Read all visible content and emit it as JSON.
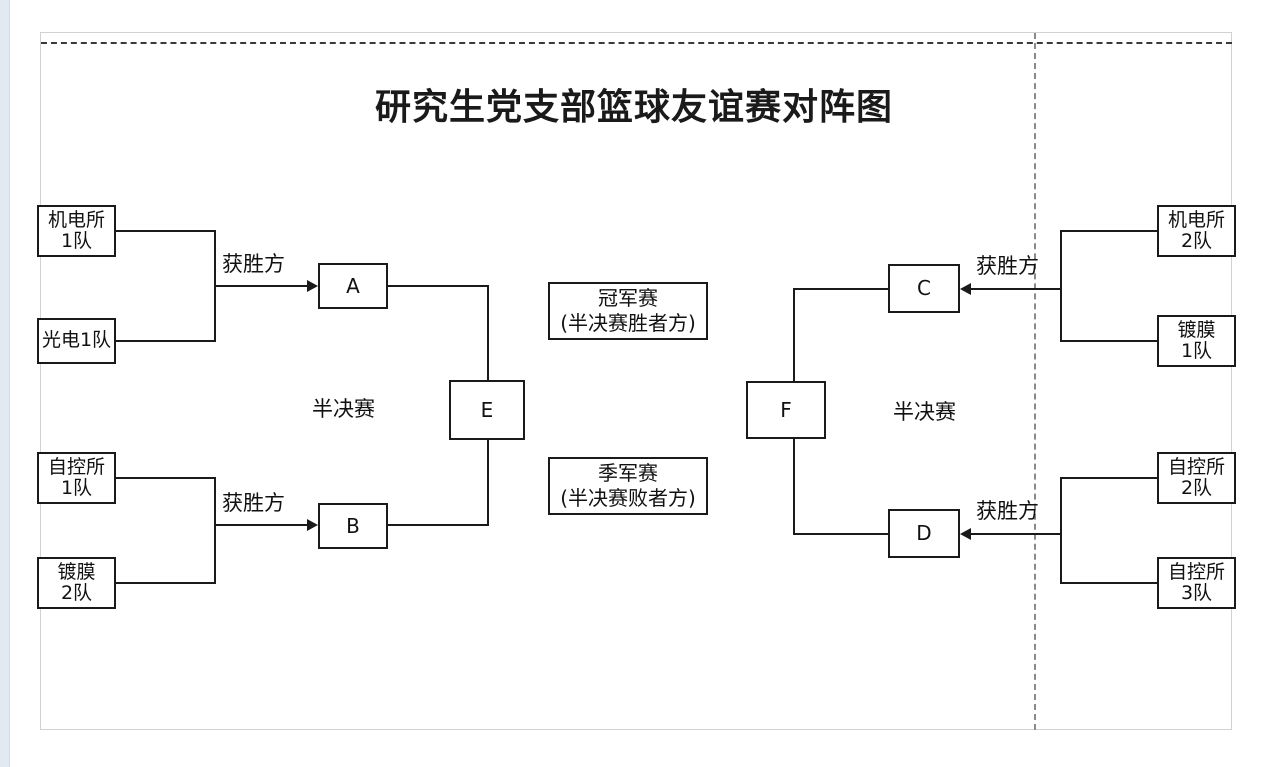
{
  "document": {
    "title": "研究生党支部篮球友谊赛对阵图"
  },
  "labels": {
    "winner": "获胜方",
    "semifinal": "半决赛"
  },
  "left_bracket": {
    "teams": [
      {
        "line1": "机电所",
        "line2": "1队"
      },
      {
        "line1": "光电1队",
        "line2": ""
      },
      {
        "line1": "自控所",
        "line2": "1队"
      },
      {
        "line1": "镀膜",
        "line2": "2队"
      }
    ],
    "matches": [
      {
        "id": "A"
      },
      {
        "id": "B"
      }
    ],
    "stage_label": "半决赛",
    "winner_label_top": "获胜方",
    "winner_label_bottom": "获胜方",
    "final_node": {
      "id": "E"
    }
  },
  "right_bracket": {
    "teams": [
      {
        "line1": "机电所",
        "line2": "2队"
      },
      {
        "line1": "镀膜",
        "line2": "1队"
      },
      {
        "line1": "自控所",
        "line2": "2队"
      },
      {
        "line1": "自控所",
        "line2": "3队"
      }
    ],
    "matches": [
      {
        "id": "C"
      },
      {
        "id": "D"
      }
    ],
    "stage_label": "半决赛",
    "winner_label_top": "获胜方",
    "winner_label_bottom": "获胜方",
    "final_node": {
      "id": "F"
    }
  },
  "center_boxes": [
    {
      "line1": "冠军赛",
      "line2": "(半决赛胜者方)"
    },
    {
      "line1": "季军赛",
      "line2": "(半决赛败者方)"
    }
  ],
  "colors": {
    "ink": "#1a1a1a",
    "page_border": "#d2d2d2",
    "guide": "#3a3a3a",
    "background": "#ffffff"
  }
}
